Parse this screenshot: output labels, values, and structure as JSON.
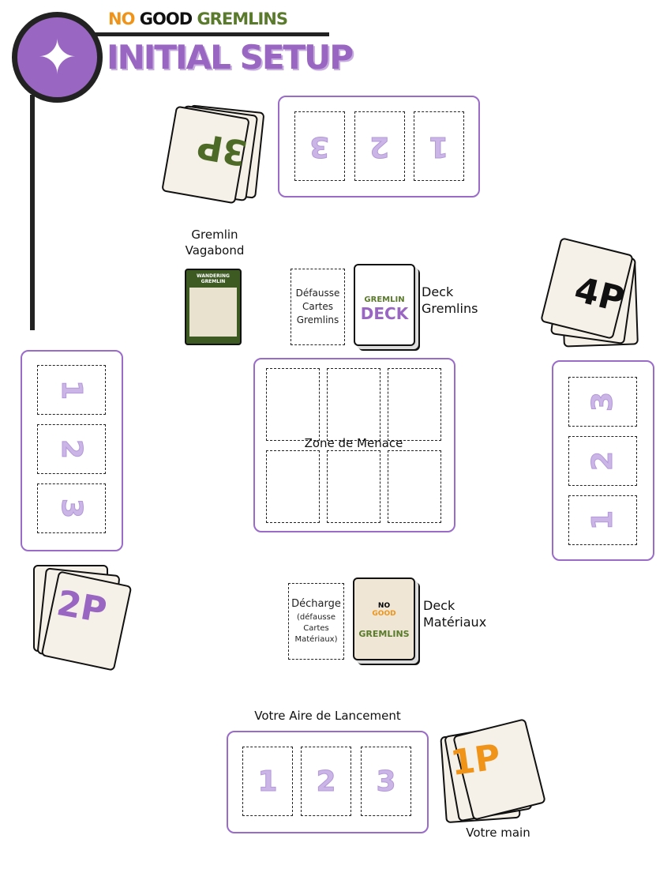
{
  "header": {
    "brand": [
      "NO",
      "GOOD",
      "GREMLINS"
    ],
    "title": "INITIAL SETUP",
    "colors": {
      "purple": "#9966c2",
      "orange": "#ef9418",
      "green": "#5a7a2c"
    }
  },
  "decks": {
    "p3": "3P",
    "p4": "4P",
    "p2": "2P",
    "p1": "1P"
  },
  "top_panel": {
    "slots": [
      "3",
      "2",
      "1"
    ]
  },
  "left_panel": {
    "slots": [
      "1",
      "2",
      "3"
    ]
  },
  "right_panel": {
    "slots": [
      "3",
      "2",
      "1"
    ]
  },
  "bottom_panel": {
    "title": "Votre Aire de Lancement",
    "slots": [
      "1",
      "2",
      "3"
    ]
  },
  "gremlin_vagabond": {
    "label": "Gremlin Vagabond",
    "card_text": "WANDERING GREMLIN"
  },
  "gremlin_discard": {
    "label": "Défausse Cartes Gremlins"
  },
  "gremlin_deck": {
    "label": "Deck Gremlins",
    "card_text": [
      "GREMLIN",
      "DECK"
    ]
  },
  "threat_zone": {
    "label": "Zone de Menace"
  },
  "material_discard": {
    "label": "Décharge",
    "sub": "(défausse Cartes Matériaux)"
  },
  "material_deck": {
    "label": "Deck Matériaux",
    "card_text": [
      "NO",
      "GOOD",
      "GREMLINS"
    ]
  },
  "hand": {
    "label": "Votre main"
  }
}
